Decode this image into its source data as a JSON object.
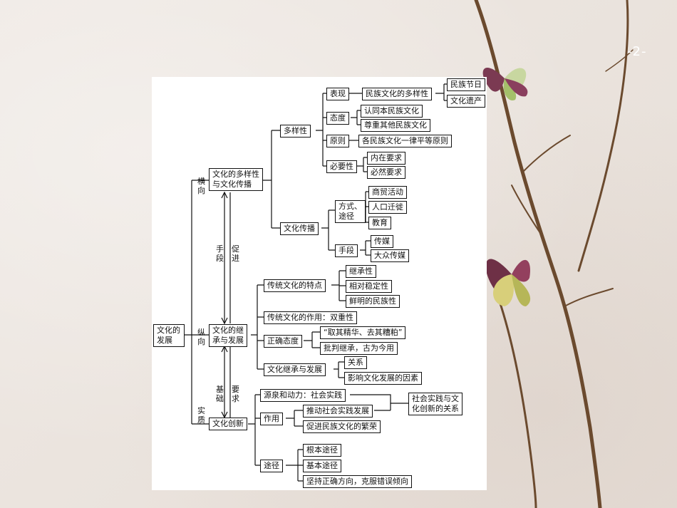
{
  "page_number": "-2-",
  "diagram": {
    "root": "文化的\n发展",
    "branches": {
      "horizontal_label": "横\n向",
      "vertical_label": "纵\n向",
      "essence_label": "实\n质"
    },
    "link_labels": {
      "means": "手\n段",
      "promote": "促\n进",
      "basis": "基\n础",
      "requirement": "要\n求"
    },
    "diversity_branch": {
      "title": "文化的多样性\n与文化传播",
      "diversity": {
        "label": "多样性",
        "manifestation": {
          "label": "表现",
          "item": "民族文化的多样性",
          "subitems": [
            "民族节日",
            "文化遗产"
          ]
        },
        "attitude": {
          "label": "态度",
          "items": [
            "认同本民族文化",
            "尊重其他民族文化"
          ]
        },
        "principle": {
          "label": "原则",
          "item": "各民族文化一律平等原则"
        },
        "necessity": {
          "label": "必要性",
          "items": [
            "内在要求",
            "必然要求"
          ]
        }
      },
      "spread": {
        "label": "文化传播",
        "ways": {
          "label": "方式、\n途径",
          "items": [
            "商贸活动",
            "人口迁徙",
            "教育"
          ]
        },
        "means": {
          "label": "手段",
          "items": [
            "传媒",
            "大众传媒"
          ]
        }
      }
    },
    "inheritance_branch": {
      "title": "文化的继\n承与发展",
      "traditional_features": {
        "label": "传统文化的特点",
        "items": [
          "继承性",
          "相对稳定性",
          "鲜明的民族性"
        ]
      },
      "traditional_role": "传统文化的作用：双重性",
      "correct_attitude": {
        "label": "正确态度",
        "items": [
          "“取其精华、去其糟粕”",
          "批判继承，古为今用"
        ]
      },
      "inherit_develop": {
        "label": "文化继承与发展",
        "items": [
          "关系",
          "影响文化发展的因素"
        ]
      }
    },
    "innovation_branch": {
      "title": "文化创新",
      "source": "源泉和动力：社会实践",
      "function": {
        "label": "作用",
        "items": [
          "推动社会实践发展",
          "促进民族文化的繁荣"
        ]
      },
      "relation": "社会实践与文\n化创新的关系",
      "path": {
        "label": "途径",
        "items": [
          "根本途径",
          "基本途径",
          "坚持正确方向，克服错误倾向"
        ]
      }
    }
  }
}
